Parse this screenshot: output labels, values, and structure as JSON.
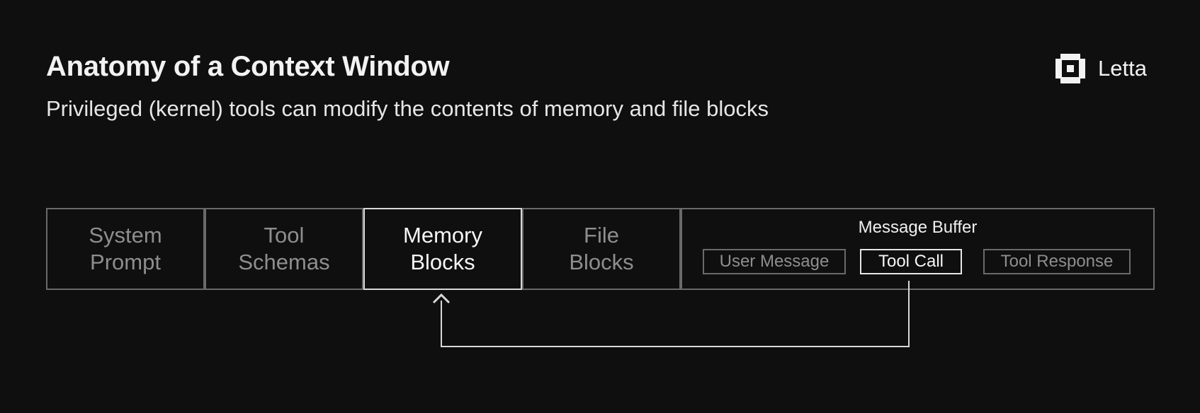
{
  "header": {
    "title": "Anatomy of a Context Window",
    "subtitle": "Privileged (kernel) tools can modify the contents of memory and file blocks"
  },
  "brand": {
    "name": "Letta",
    "logo_icon": "letta-logo-icon"
  },
  "segments": [
    {
      "label": "System\nPrompt",
      "highlighted": false
    },
    {
      "label": "Tool\nSchemas",
      "highlighted": false
    },
    {
      "label": "Memory\nBlocks",
      "highlighted": true
    },
    {
      "label": "File\nBlocks",
      "highlighted": false
    }
  ],
  "message_buffer": {
    "title": "Message Buffer",
    "items": [
      {
        "label": "User Message",
        "highlighted": false
      },
      {
        "label": "Tool Call",
        "highlighted": true
      },
      {
        "label": "Tool Response",
        "highlighted": false
      }
    ]
  },
  "connector": {
    "from": "Tool Call",
    "to": "Memory Blocks"
  },
  "colors": {
    "background": "#0f0f0f",
    "highlight": "#e6e6e6",
    "muted": "#8e8e8e",
    "border": "#6a6a6a"
  }
}
